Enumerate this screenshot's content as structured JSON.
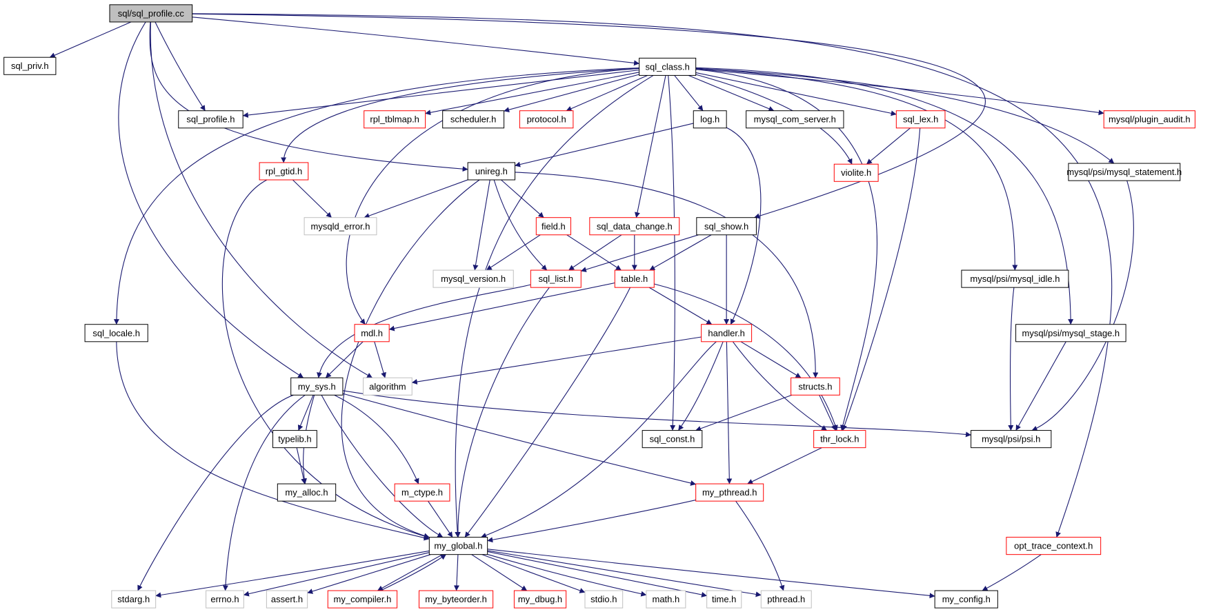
{
  "diagram": {
    "type": "include-dependency-graph",
    "colors": {
      "edge": "#191970",
      "root_fill": "#bfbfbf",
      "border_documented": "#000000",
      "border_undocumented_with_deps": "#ff0000",
      "border_external": "#bfbfbf"
    },
    "nodes": [
      {
        "id": "sql_profile_cc",
        "label": "sql/sql_profile.cc",
        "kind": "root"
      },
      {
        "id": "sql_priv_h",
        "label": "sql_priv.h",
        "kind": "black"
      },
      {
        "id": "sql_class_h",
        "label": "sql_class.h",
        "kind": "black"
      },
      {
        "id": "sql_profile_h",
        "label": "sql_profile.h",
        "kind": "black"
      },
      {
        "id": "rpl_tblmap_h",
        "label": "rpl_tblmap.h",
        "kind": "red"
      },
      {
        "id": "scheduler_h",
        "label": "scheduler.h",
        "kind": "black"
      },
      {
        "id": "protocol_h",
        "label": "protocol.h",
        "kind": "red"
      },
      {
        "id": "log_h",
        "label": "log.h",
        "kind": "black"
      },
      {
        "id": "mysql_com_server_h",
        "label": "mysql_com_server.h",
        "kind": "black"
      },
      {
        "id": "sql_lex_h",
        "label": "sql_lex.h",
        "kind": "red"
      },
      {
        "id": "plugin_audit_h",
        "label": "mysql/plugin_audit.h",
        "kind": "red"
      },
      {
        "id": "rpl_gtid_h",
        "label": "rpl_gtid.h",
        "kind": "red"
      },
      {
        "id": "unireg_h",
        "label": "unireg.h",
        "kind": "black"
      },
      {
        "id": "violite_h",
        "label": "violite.h",
        "kind": "red"
      },
      {
        "id": "psi_statement_h",
        "label": "mysql/psi/mysql_statement.h",
        "kind": "black"
      },
      {
        "id": "mysqld_error_h",
        "label": "mysqld_error.h",
        "kind": "gray"
      },
      {
        "id": "field_h",
        "label": "field.h",
        "kind": "red"
      },
      {
        "id": "sql_data_change_h",
        "label": "sql_data_change.h",
        "kind": "red"
      },
      {
        "id": "sql_show_h",
        "label": "sql_show.h",
        "kind": "black"
      },
      {
        "id": "mysql_version_h",
        "label": "mysql_version.h",
        "kind": "gray"
      },
      {
        "id": "sql_list_h",
        "label": "sql_list.h",
        "kind": "red"
      },
      {
        "id": "table_h",
        "label": "table.h",
        "kind": "red"
      },
      {
        "id": "psi_idle_h",
        "label": "mysql/psi/mysql_idle.h",
        "kind": "black"
      },
      {
        "id": "sql_locale_h",
        "label": "sql_locale.h",
        "kind": "black"
      },
      {
        "id": "mdl_h",
        "label": "mdl.h",
        "kind": "red"
      },
      {
        "id": "handler_h",
        "label": "handler.h",
        "kind": "red"
      },
      {
        "id": "psi_stage_h",
        "label": "mysql/psi/mysql_stage.h",
        "kind": "black"
      },
      {
        "id": "my_sys_h",
        "label": "my_sys.h",
        "kind": "black"
      },
      {
        "id": "algorithm",
        "label": "algorithm",
        "kind": "gray"
      },
      {
        "id": "structs_h",
        "label": "structs.h",
        "kind": "red"
      },
      {
        "id": "typelib_h",
        "label": "typelib.h",
        "kind": "black"
      },
      {
        "id": "sql_const_h",
        "label": "sql_const.h",
        "kind": "black"
      },
      {
        "id": "thr_lock_h",
        "label": "thr_lock.h",
        "kind": "red"
      },
      {
        "id": "psi_h",
        "label": "mysql/psi/psi.h",
        "kind": "black"
      },
      {
        "id": "my_alloc_h",
        "label": "my_alloc.h",
        "kind": "black"
      },
      {
        "id": "m_ctype_h",
        "label": "m_ctype.h",
        "kind": "red"
      },
      {
        "id": "my_pthread_h",
        "label": "my_pthread.h",
        "kind": "red"
      },
      {
        "id": "my_global_h",
        "label": "my_global.h",
        "kind": "black"
      },
      {
        "id": "opt_trace_context_h",
        "label": "opt_trace_context.h",
        "kind": "red"
      },
      {
        "id": "stdarg_h",
        "label": "stdarg.h",
        "kind": "gray"
      },
      {
        "id": "errno_h",
        "label": "errno.h",
        "kind": "gray"
      },
      {
        "id": "assert_h",
        "label": "assert.h",
        "kind": "gray"
      },
      {
        "id": "my_compiler_h",
        "label": "my_compiler.h",
        "kind": "red"
      },
      {
        "id": "my_byteorder_h",
        "label": "my_byteorder.h",
        "kind": "red"
      },
      {
        "id": "my_dbug_h",
        "label": "my_dbug.h",
        "kind": "red"
      },
      {
        "id": "stdio_h",
        "label": "stdio.h",
        "kind": "gray"
      },
      {
        "id": "math_h",
        "label": "math.h",
        "kind": "gray"
      },
      {
        "id": "time_h",
        "label": "time.h",
        "kind": "gray"
      },
      {
        "id": "pthread_h",
        "label": "pthread.h",
        "kind": "gray"
      },
      {
        "id": "my_config_h",
        "label": "my_config.h",
        "kind": "black"
      }
    ],
    "edges": [
      [
        "sql_profile_cc",
        "sql_priv_h"
      ],
      [
        "sql_profile_cc",
        "sql_class_h"
      ],
      [
        "sql_profile_cc",
        "sql_profile_h"
      ],
      [
        "sql_profile_cc",
        "unireg_h"
      ],
      [
        "sql_profile_cc",
        "my_sys_h"
      ],
      [
        "sql_profile_cc",
        "algorithm"
      ],
      [
        "sql_profile_cc",
        "sql_show_h"
      ],
      [
        "sql_profile_cc",
        "opt_trace_context_h"
      ],
      [
        "sql_class_h",
        "sql_profile_h"
      ],
      [
        "sql_class_h",
        "rpl_tblmap_h"
      ],
      [
        "sql_class_h",
        "scheduler_h"
      ],
      [
        "sql_class_h",
        "protocol_h"
      ],
      [
        "sql_class_h",
        "log_h"
      ],
      [
        "sql_class_h",
        "mysql_com_server_h"
      ],
      [
        "sql_class_h",
        "sql_lex_h"
      ],
      [
        "sql_class_h",
        "plugin_audit_h"
      ],
      [
        "sql_class_h",
        "violite_h"
      ],
      [
        "sql_class_h",
        "psi_statement_h"
      ],
      [
        "sql_class_h",
        "rpl_gtid_h"
      ],
      [
        "sql_class_h",
        "sql_data_change_h"
      ],
      [
        "sql_class_h",
        "psi_idle_h"
      ],
      [
        "sql_class_h",
        "psi_stage_h"
      ],
      [
        "sql_class_h",
        "sql_locale_h"
      ],
      [
        "sql_class_h",
        "mdl_h"
      ],
      [
        "sql_class_h",
        "sql_const_h"
      ],
      [
        "sql_class_h",
        "thr_lock_h"
      ],
      [
        "sql_class_h",
        "my_global_h"
      ],
      [
        "log_h",
        "unireg_h"
      ],
      [
        "log_h",
        "handler_h"
      ],
      [
        "sql_lex_h",
        "violite_h"
      ],
      [
        "sql_lex_h",
        "thr_lock_h"
      ],
      [
        "rpl_gtid_h",
        "mysqld_error_h"
      ],
      [
        "rpl_gtid_h",
        "my_global_h"
      ],
      [
        "unireg_h",
        "mysqld_error_h"
      ],
      [
        "unireg_h",
        "mysql_version_h"
      ],
      [
        "unireg_h",
        "field_h"
      ],
      [
        "unireg_h",
        "sql_list_h"
      ],
      [
        "unireg_h",
        "structs_h"
      ],
      [
        "unireg_h",
        "my_global_h"
      ],
      [
        "field_h",
        "mysql_version_h"
      ],
      [
        "field_h",
        "table_h"
      ],
      [
        "sql_data_change_h",
        "sql_list_h"
      ],
      [
        "sql_data_change_h",
        "table_h"
      ],
      [
        "sql_show_h",
        "sql_list_h"
      ],
      [
        "sql_show_h",
        "table_h"
      ],
      [
        "sql_show_h",
        "handler_h"
      ],
      [
        "sql_list_h",
        "my_sys_h"
      ],
      [
        "sql_list_h",
        "my_global_h"
      ],
      [
        "table_h",
        "mdl_h"
      ],
      [
        "table_h",
        "handler_h"
      ],
      [
        "table_h",
        "thr_lock_h"
      ],
      [
        "table_h",
        "my_global_h"
      ],
      [
        "psi_statement_h",
        "psi_h"
      ],
      [
        "psi_idle_h",
        "psi_h"
      ],
      [
        "psi_stage_h",
        "psi_h"
      ],
      [
        "sql_locale_h",
        "my_global_h"
      ],
      [
        "mdl_h",
        "my_sys_h"
      ],
      [
        "mdl_h",
        "algorithm"
      ],
      [
        "handler_h",
        "algorithm"
      ],
      [
        "handler_h",
        "structs_h"
      ],
      [
        "handler_h",
        "sql_const_h"
      ],
      [
        "handler_h",
        "thr_lock_h"
      ],
      [
        "handler_h",
        "my_pthread_h"
      ],
      [
        "handler_h",
        "my_global_h"
      ],
      [
        "my_sys_h",
        "typelib_h"
      ],
      [
        "my_sys_h",
        "my_alloc_h"
      ],
      [
        "my_sys_h",
        "m_ctype_h"
      ],
      [
        "my_sys_h",
        "my_pthread_h"
      ],
      [
        "my_sys_h",
        "psi_h"
      ],
      [
        "my_sys_h",
        "my_global_h"
      ],
      [
        "my_sys_h",
        "stdarg_h"
      ],
      [
        "my_sys_h",
        "errno_h"
      ],
      [
        "structs_h",
        "sql_const_h"
      ],
      [
        "structs_h",
        "thr_lock_h"
      ],
      [
        "typelib_h",
        "my_alloc_h"
      ],
      [
        "thr_lock_h",
        "my_pthread_h"
      ],
      [
        "m_ctype_h",
        "my_global_h"
      ],
      [
        "my_pthread_h",
        "my_global_h"
      ],
      [
        "my_pthread_h",
        "pthread_h"
      ],
      [
        "opt_trace_context_h",
        "my_config_h"
      ],
      [
        "my_global_h",
        "stdarg_h"
      ],
      [
        "my_global_h",
        "errno_h"
      ],
      [
        "my_global_h",
        "assert_h"
      ],
      [
        "my_global_h",
        "my_compiler_h"
      ],
      [
        "my_global_h",
        "my_byteorder_h"
      ],
      [
        "my_global_h",
        "my_dbug_h"
      ],
      [
        "my_global_h",
        "stdio_h"
      ],
      [
        "my_global_h",
        "math_h"
      ],
      [
        "my_global_h",
        "time_h"
      ],
      [
        "my_global_h",
        "pthread_h"
      ],
      [
        "my_global_h",
        "my_config_h"
      ],
      [
        "my_compiler_h",
        "my_global_h"
      ]
    ]
  }
}
